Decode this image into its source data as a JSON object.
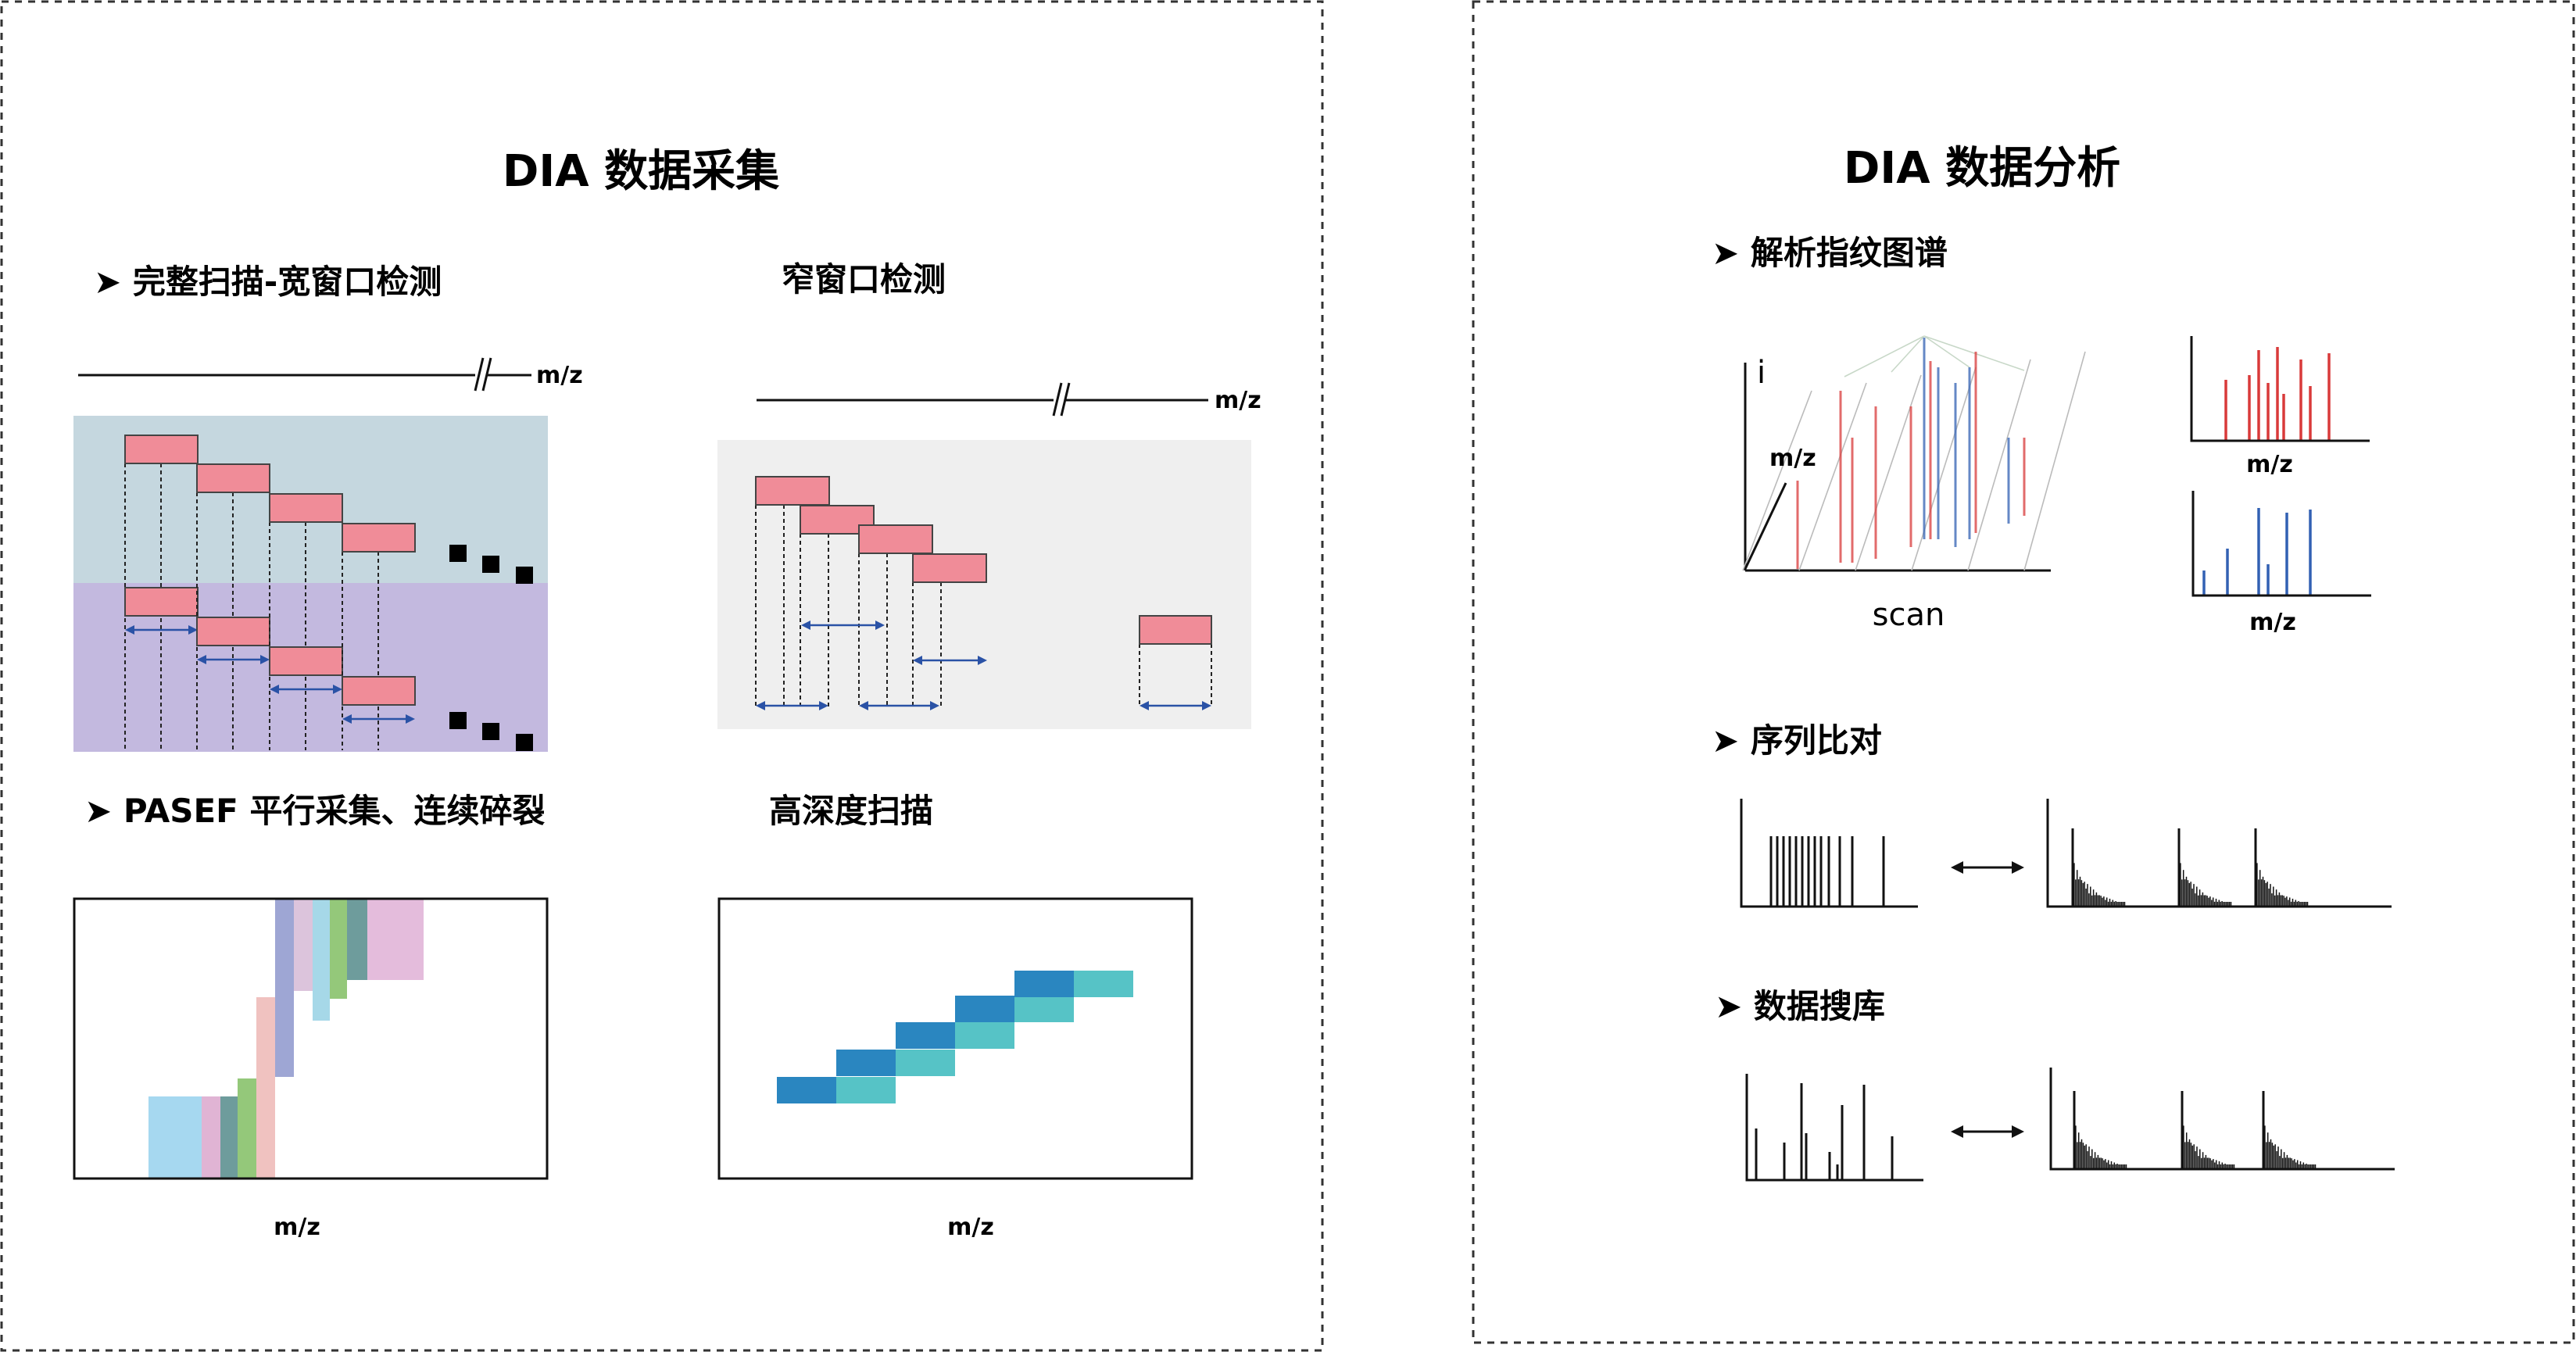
{
  "acquisition": {
    "title": "DIA 数据采集",
    "full_scan_label": "➤ 完整扫描-宽窗口检测",
    "narrow_label": "窄窗口检测",
    "pasef_label": "➤ PASEF 平行采集、连续碎裂",
    "deep_label": "高深度扫描",
    "mz_label": "m/z",
    "colors": {
      "window_fill": "#f08c98",
      "arrow": "#2a52a6",
      "upper_bg": "#c5d7df",
      "lower_bg": "#c3b9df",
      "narrow_bg": "#efefef",
      "deep_dark": "#2a86c0",
      "deep_light": "#56c3c6"
    }
  },
  "analysis": {
    "title": "DIA 数据分析",
    "fingerprint_label": "➤ 解析指纹图谱",
    "alignment_label": "➤ 序列比对",
    "search_label": "➤ 数据搜库",
    "axis_i": "i",
    "axis_mz": "m/z",
    "axis_scan": "scan",
    "colors": {
      "red_spec": "#d93a3a",
      "blue_spec": "#3261b3"
    }
  }
}
